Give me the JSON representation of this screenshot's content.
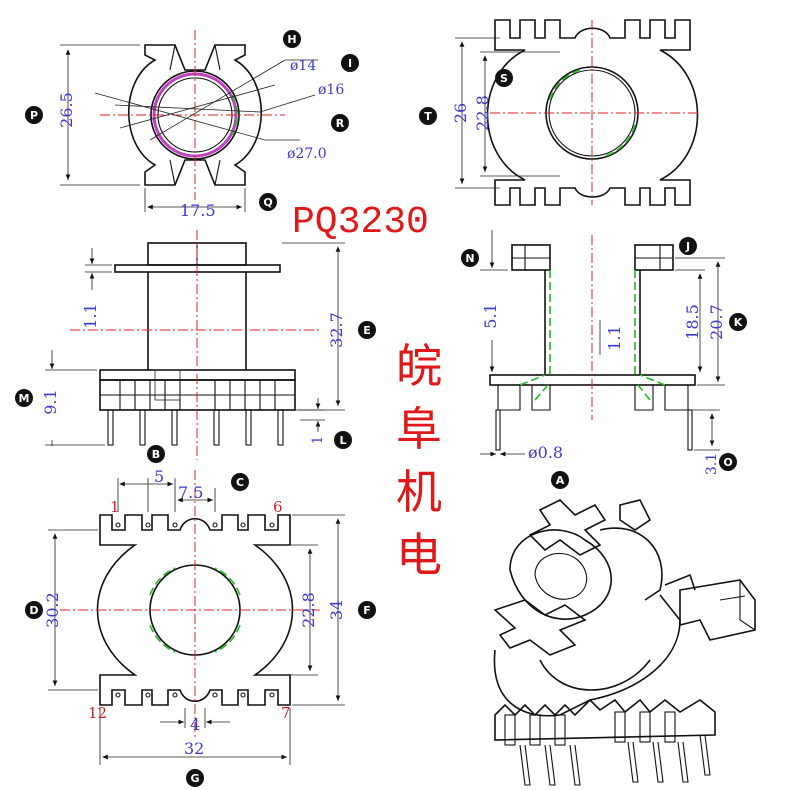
{
  "title": "PQ3230",
  "brand_chars": [
    "皖",
    "阜",
    "机",
    "电"
  ],
  "colors": {
    "title": "#e01818",
    "dimension_text": "#3a3ad0",
    "centerline": "#e02020",
    "inner_hidden_line": "#22bb22",
    "winding_window": "#c040c0",
    "outline": "#111111"
  },
  "views": {
    "top_left": {
      "dims": {
        "height": "26.5",
        "width": "17.5",
        "d14": "ø14",
        "d16": "ø16",
        "d27": "ø27.0"
      },
      "labels": {
        "P": "P",
        "H": "H",
        "I": "I",
        "R": "R",
        "Q": "Q"
      }
    },
    "top_right": {
      "dims": {
        "outer": "26",
        "inner": "22.8"
      },
      "labels": {
        "T": "T",
        "S": "S"
      }
    },
    "front": {
      "dims": {
        "flange": "1.1",
        "height": "32.7",
        "base": "9.1",
        "pin_step": "1"
      },
      "labels": {
        "E": "E",
        "M": "M",
        "B": "B",
        "L": "L"
      }
    },
    "section": {
      "dims": {
        "top": "5.1",
        "wall": "1.1",
        "inner_h": "18.5",
        "outer_h": "20.7",
        "pin_d": "ø0.8",
        "pin_len": "3.1"
      },
      "labels": {
        "N": "N",
        "J": "J",
        "K": "K",
        "A": "A",
        "O": "O"
      }
    },
    "bottom": {
      "dims": {
        "pitch": "5",
        "gap": "7.5",
        "height_left": "30.2",
        "inner": "22.8",
        "height_right": "34",
        "slot": "4",
        "width": "32"
      },
      "labels": {
        "C": "C",
        "D": "D",
        "F": "F",
        "G": "G"
      },
      "pins": {
        "p1": "1",
        "p6": "6",
        "p12": "12",
        "p7": "7"
      }
    }
  }
}
